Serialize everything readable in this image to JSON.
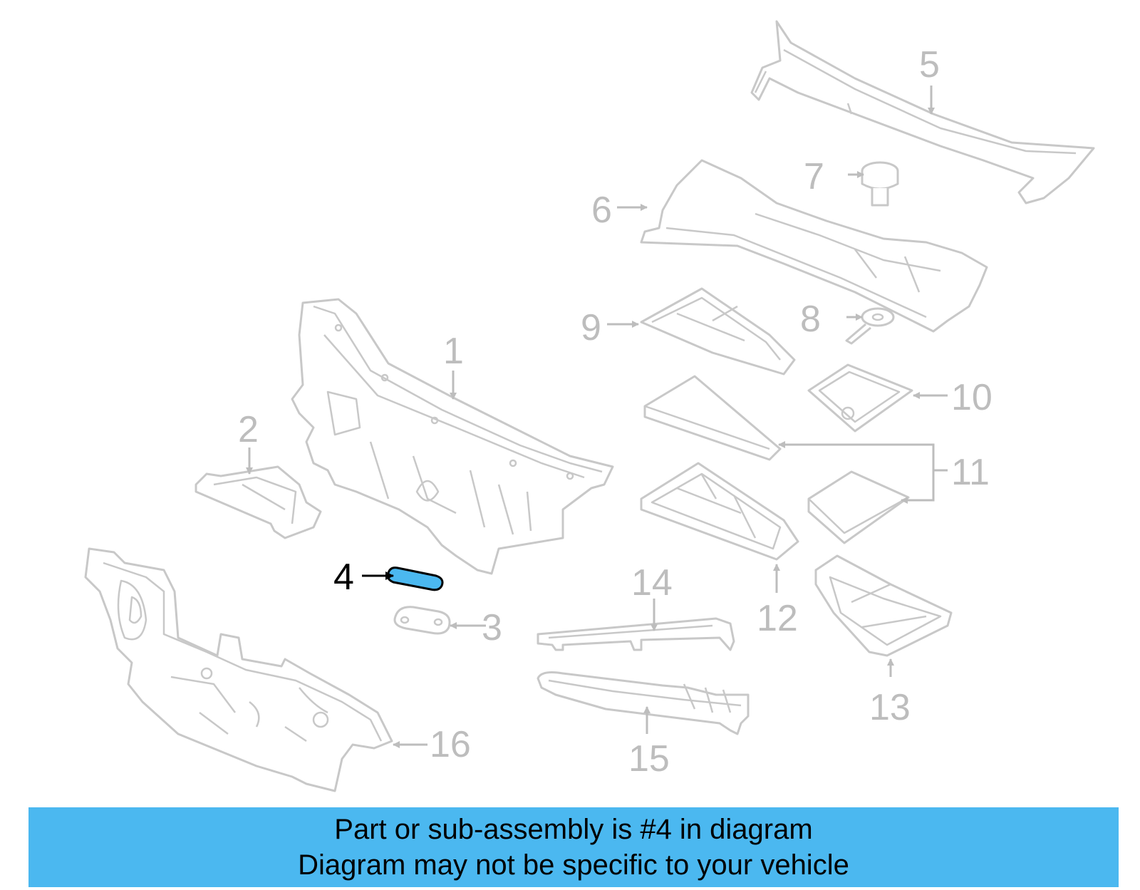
{
  "diagram": {
    "highlight_color": "#4bb8f0",
    "outline_color": "#c8c8c8",
    "callouts": [
      "1",
      "2",
      "3",
      "4",
      "5",
      "6",
      "7",
      "8",
      "9",
      "10",
      "11",
      "12",
      "13",
      "14",
      "15",
      "16"
    ],
    "highlighted_part": "4"
  },
  "banner": {
    "line1": "Part or sub-assembly is #4 in diagram",
    "line2": "Diagram may not be specific to your vehicle",
    "background": "#4bb8f0"
  }
}
